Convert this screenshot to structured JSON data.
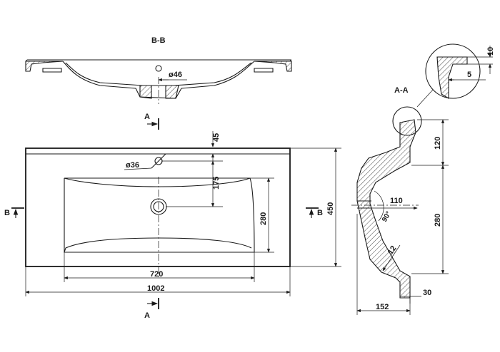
{
  "sections": {
    "bb_title": "B-B",
    "aa_title": "A-A",
    "cut_a": "A",
    "cut_b": "B"
  },
  "top_view": {
    "hole_faucet": "ø36",
    "overall_width": "1002",
    "basin_width": "720",
    "overall_depth": "450",
    "basin_depth": "280",
    "faucet_offset": "45",
    "drain_offset": "175"
  },
  "section_bb": {
    "drain_hole": "ø46"
  },
  "section_aa": {
    "top_to_basin": "120",
    "basin_depth": "280",
    "drain_depth": "110",
    "angle": "90°",
    "wall": "12",
    "height": "152",
    "lip": "30"
  },
  "detail": {
    "rim_height": "10",
    "rim_width": "5"
  }
}
